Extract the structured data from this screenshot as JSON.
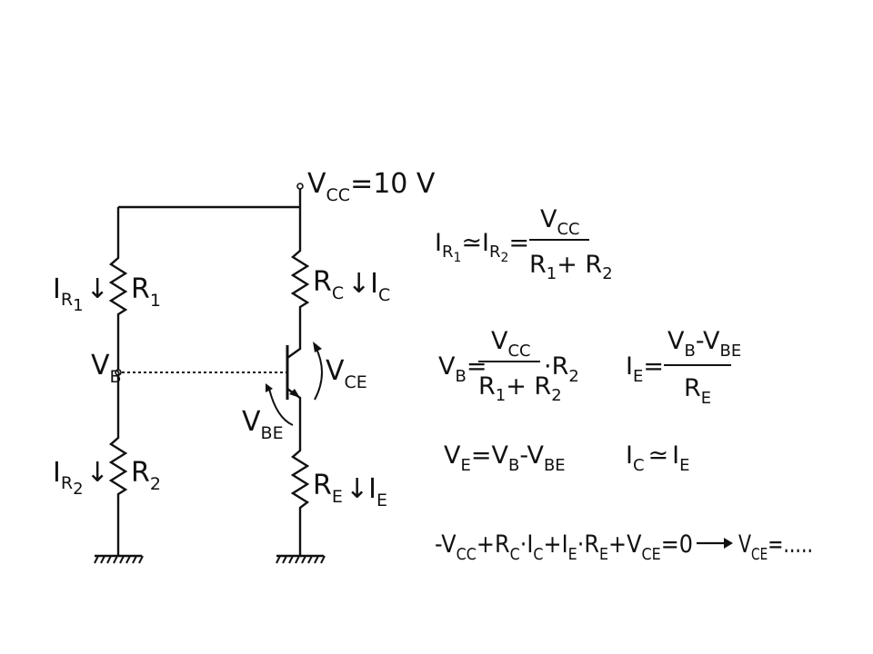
{
  "circuit": {
    "supply": {
      "symbol": "V",
      "sub": "CC",
      "value": "=10 V"
    },
    "r1": {
      "symbol": "R",
      "sub": "1"
    },
    "r2": {
      "symbol": "R",
      "sub": "2"
    },
    "rc": {
      "symbol": "R",
      "sub": "C"
    },
    "re": {
      "symbol": "R",
      "sub": "E"
    },
    "ir1": {
      "symbol": "I",
      "sub": "R",
      "subsub": "1",
      "arrow": "↓"
    },
    "ir2": {
      "symbol": "I",
      "sub": "R",
      "subsub": "2",
      "arrow": "↓"
    },
    "ic": {
      "arrow": "↓",
      "symbol": "I",
      "sub": "C"
    },
    "ie": {
      "arrow": "↓",
      "symbol": "I",
      "sub": "E"
    },
    "vb": {
      "symbol": "V",
      "sub": "B"
    },
    "vce": {
      "symbol": "V",
      "sub": "CE"
    },
    "vbe": {
      "symbol": "V",
      "sub": "BE"
    }
  },
  "equations": {
    "eq1": {
      "lhs_i": "I",
      "lhs_r": "R",
      "lhs_1": "1",
      "approx": "≃",
      "lhs2_i": "I",
      "lhs2_r": "R",
      "lhs2_2": "2",
      "eq": "=",
      "num_v": "V",
      "num_sub": "CC",
      "den": "R",
      "den_1": "1",
      "plus": "+ R",
      "den_2": "2"
    },
    "eq2": {
      "lhs": "V",
      "lhs_sub": "B",
      "eq": "=",
      "num_v": "V",
      "num_sub": "CC",
      "den": "R",
      "den_1": "1",
      "plus": "+ R",
      "den_2": "2",
      "mult": "·R",
      "mult_sub": "2"
    },
    "eq3": {
      "lhs": "I",
      "lhs_sub": "E",
      "eq": "=",
      "num1": "V",
      "num1_sub": "B",
      "minus": "-V",
      "num2_sub": "BE",
      "den": "R",
      "den_sub": "E"
    },
    "eq4": {
      "lhs": "V",
      "lhs_sub": "E",
      "eq": "=V",
      "r1_sub": "B",
      "minus": "-V",
      "r2_sub": "BE"
    },
    "eq5": {
      "lhs": "I",
      "lhs_sub": "C",
      "approx": "≃",
      "rhs": "I",
      "rhs_sub": "E"
    },
    "eq6": {
      "t1": "-V",
      "t1_sub": "CC",
      "t2": "+R",
      "t2_sub": "C",
      "t3": "·I",
      "t3_sub": "C",
      "t4": "+I",
      "t4_sub": "E",
      "t5": "·R",
      "t5_sub": "E",
      "t6": "+V",
      "t6_sub": "CE",
      "t7": "=0",
      "t8": "V",
      "t8_sub": "CE",
      "t9": "=....."
    }
  }
}
